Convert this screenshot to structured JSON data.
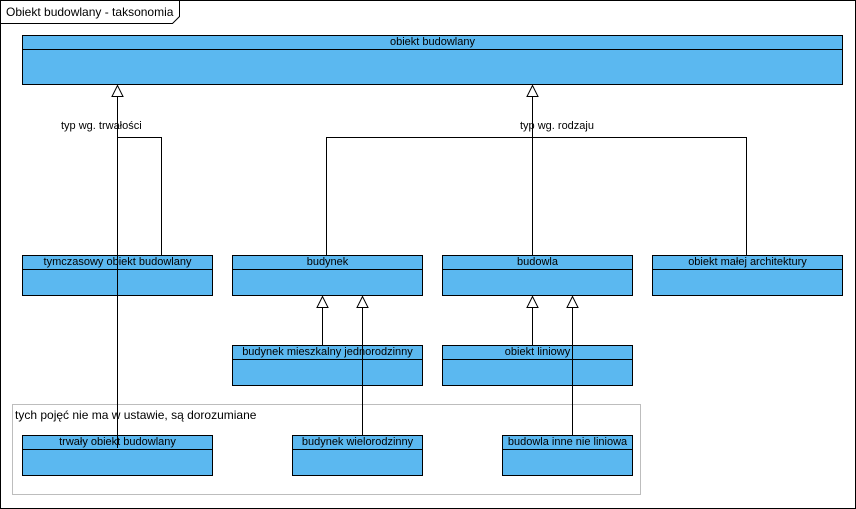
{
  "diagram": {
    "title": "Obiekt budowlany - taksonomia"
  },
  "classes": {
    "root": "obiekt budowlany",
    "temporary": "tymczasowy obiekt budowlany",
    "building": "budynek",
    "structure": "budowla",
    "small_architecture": "obiekt małej architektury",
    "residential_single": "budynek mieszkalny jednorodzinny",
    "linear_object": "obiekt liniowy",
    "permanent": "trwały obiekt budowlany",
    "multi_family": "budynek wielorodzinny",
    "non_linear_structure": "budowla inne nie liniowa"
  },
  "generalizations": {
    "by_durability": "typ wg. trwałości",
    "by_kind": "typ wg. rodzaju"
  },
  "note": {
    "text": "tych pojęć nie ma w ustawie, są dorozumiane"
  },
  "colors": {
    "class_fill": "#5bb8f0",
    "border": "#000000",
    "note_border": "#bdbdbd"
  }
}
